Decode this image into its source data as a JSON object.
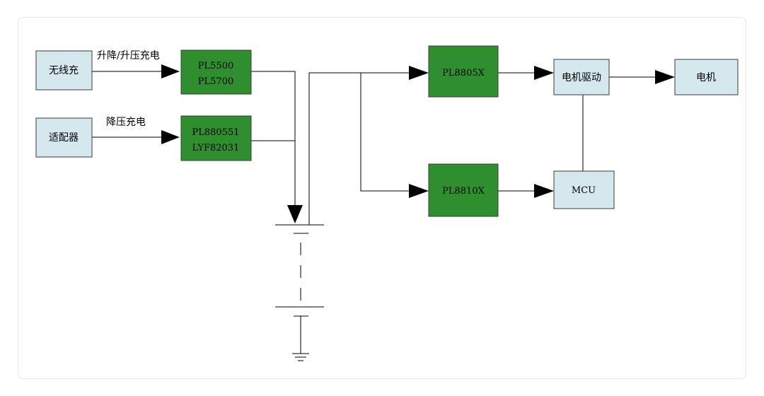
{
  "blocks": {
    "wireless": "无线充",
    "adapter": "适配器",
    "pl5500": "PL5500",
    "pl5700": "PL5700",
    "pl880551": "PL880551",
    "lyf82031": "LYF82031",
    "pl8805x": "PL8805X",
    "pl8810x": "PL8810X",
    "motor_driver": "电机驱动",
    "motor": "电机",
    "mcu": "MCU"
  },
  "edge_labels": {
    "buck_boost": "升降/升压充电",
    "buck": "降压充电"
  },
  "colors": {
    "light_block": "#d4e8ee",
    "green_block": "#2f8f2f"
  }
}
